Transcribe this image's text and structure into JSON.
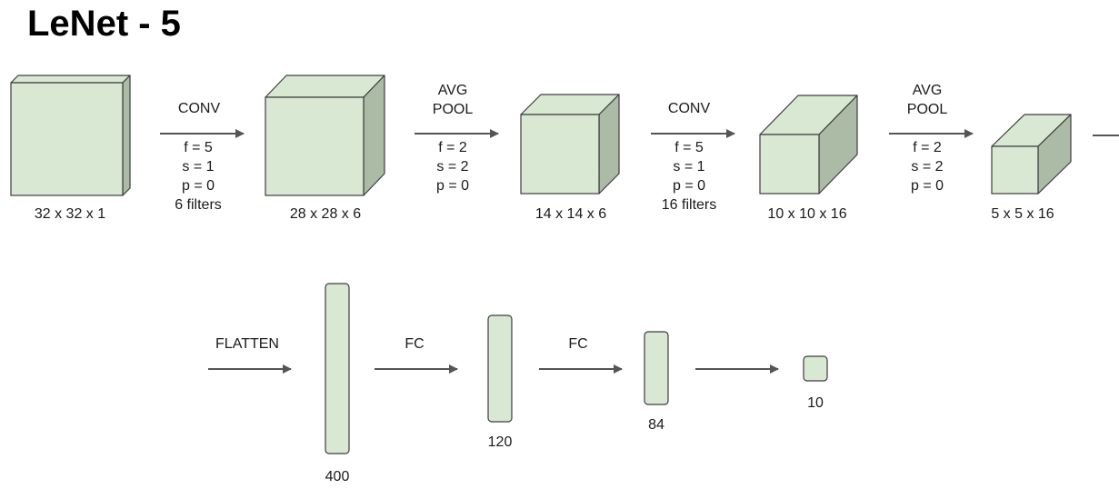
{
  "title": "LeNet - 5",
  "colors": {
    "box_front": "#d8e8d3",
    "box_top": "#d8e8d3",
    "box_side": "#acbba6",
    "stroke": "#3d3d3d",
    "arrow": "#555555"
  },
  "layers": {
    "input": {
      "dims": "32 x 32 x 1"
    },
    "conv1_out": {
      "dims": "28 x 28 x 6"
    },
    "pool1_out": {
      "dims": "14 x 14 x 6"
    },
    "conv2_out": {
      "dims": "10 x 10 x 16"
    },
    "pool2_out": {
      "dims": "5 x 5 x 16"
    }
  },
  "operations": {
    "conv1": {
      "name": "CONV",
      "params": [
        "f = 5",
        "s = 1",
        "p = 0",
        "6 filters"
      ]
    },
    "pool1": {
      "name_lines": [
        "AVG",
        "POOL"
      ],
      "params": [
        "f = 2",
        "s = 2",
        "p = 0"
      ]
    },
    "conv2": {
      "name": "CONV",
      "params": [
        "f = 5",
        "s = 1",
        "p = 0",
        "16 filters"
      ]
    },
    "pool2": {
      "name_lines": [
        "AVG",
        "POOL"
      ],
      "params": [
        "f = 2",
        "s = 2",
        "p = 0"
      ]
    },
    "flatten": {
      "name": "FLATTEN"
    },
    "fc1": {
      "name": "FC"
    },
    "fc2": {
      "name": "FC"
    }
  },
  "dense_layers": {
    "flat": {
      "size": "400"
    },
    "fc1_out": {
      "size": "120"
    },
    "fc2_out": {
      "size": "84"
    },
    "output": {
      "size": "10"
    }
  }
}
